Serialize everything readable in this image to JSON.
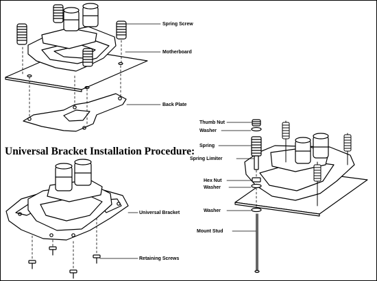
{
  "heading": "Universal Bracket Installation Procedure:",
  "labels": {
    "spring_screw": "Spring Screw",
    "motherboard": "Motherboard",
    "back_plate": "Back Plate",
    "universal_bracket": "Universal Bracket",
    "retaining_screws": "Retaining Screws",
    "thumb_nut": "Thumb Nut",
    "washer_top": "Washer",
    "spring": "Spring",
    "spring_limiter": "Spring Limiter",
    "hex_nut": "Hex Nut",
    "washer_mid": "Washer",
    "washer_low": "Washer",
    "mount_stud": "Mount Stud"
  }
}
